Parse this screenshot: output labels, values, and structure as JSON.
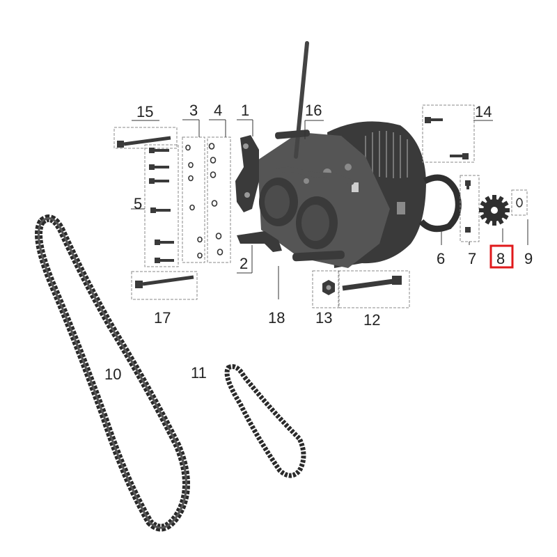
{
  "diagram": {
    "callouts": [
      {
        "id": "1",
        "text": "1"
      },
      {
        "id": "2",
        "text": "2"
      },
      {
        "id": "3",
        "text": "3"
      },
      {
        "id": "4",
        "text": "4"
      },
      {
        "id": "5",
        "text": "5"
      },
      {
        "id": "6",
        "text": "6"
      },
      {
        "id": "7",
        "text": "7"
      },
      {
        "id": "8",
        "text": "8"
      },
      {
        "id": "9",
        "text": "9"
      },
      {
        "id": "10",
        "text": "10"
      },
      {
        "id": "11",
        "text": "11"
      },
      {
        "id": "12",
        "text": "12"
      },
      {
        "id": "13",
        "text": "13"
      },
      {
        "id": "14",
        "text": "14"
      },
      {
        "id": "15",
        "text": "15"
      },
      {
        "id": "16",
        "text": "16"
      },
      {
        "id": "17",
        "text": "17"
      },
      {
        "id": "18",
        "text": "18"
      }
    ],
    "highlighted_callout": "8",
    "highlight_color": "#e0191b",
    "part_color": "#3a3a3a"
  }
}
